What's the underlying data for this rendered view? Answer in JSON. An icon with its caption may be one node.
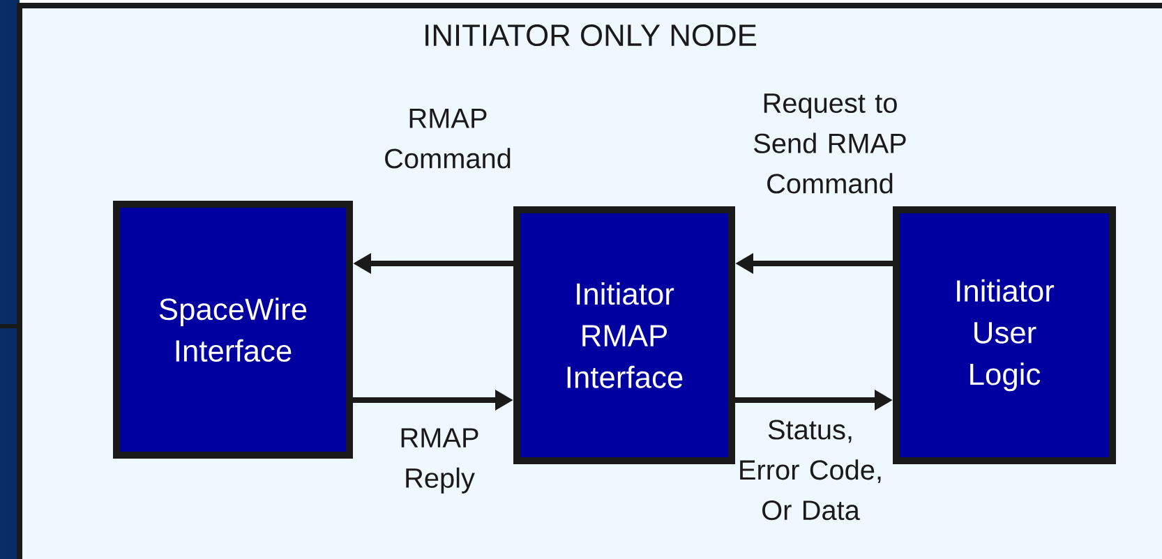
{
  "diagram": {
    "nodes": [
      {
        "text": [
          "INITIATOR ONLY NODE"
        ]
      },
      {
        "text": [
          "SpaceWire Interface"
        ],
        "in": 0
      },
      {
        "text": [
          "Initiator RMAP Interface"
        ],
        "in": 0
      },
      {
        "text": [
          "Initiator User Logic"
        ],
        "in": 0
      }
    ],
    "edges": [
      {
        "from": 2,
        "to": 1,
        "arrow": "to",
        "label": "RMAP Command"
      },
      {
        "from": 1,
        "to": 2,
        "arrow": "to",
        "label": "RMAP Reply"
      },
      {
        "from": 3,
        "to": 2,
        "arrow": "to",
        "label": "Request to Send RMAP Command"
      },
      {
        "from": 2,
        "to": 3,
        "arrow": "to",
        "label": "Status, Error Code, Or Data"
      }
    ]
  }
}
